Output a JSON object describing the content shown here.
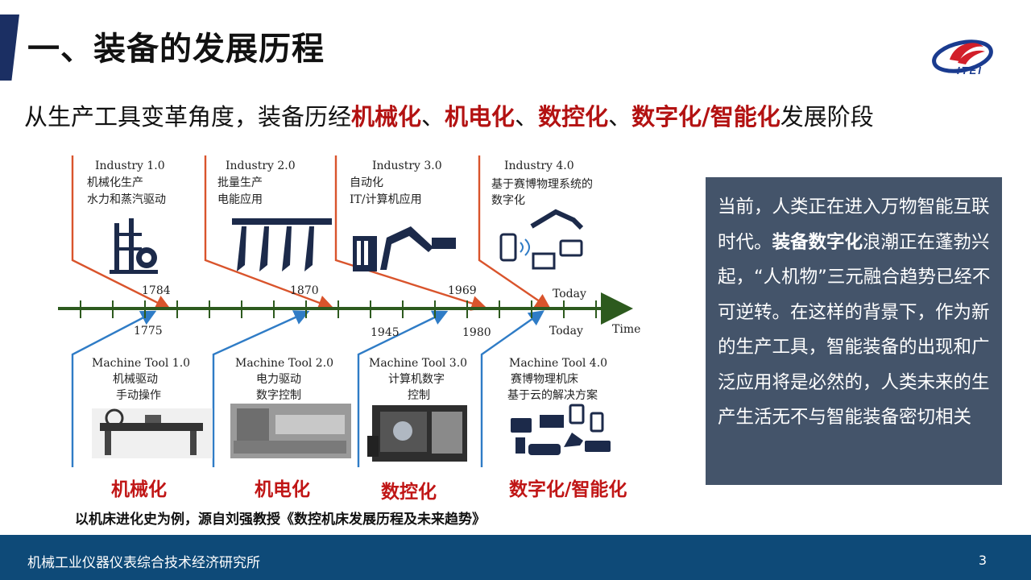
{
  "slide": {
    "title": "一、装备的发展历程",
    "logo_text": "ITEI",
    "subtitle": {
      "p1": "从生产工具变革角度，装备历经",
      "h1": "机械化",
      "s1": "、",
      "h2": "机电化",
      "s2": "、",
      "h3": "数控化",
      "s3": "、",
      "h4": "数字化/智能化",
      "p2": "发展阶段"
    }
  },
  "figure": {
    "industry": [
      {
        "title": "Industry 1.0",
        "line1": "机械化生产",
        "line2": "水力和蒸汽驱动",
        "year": "1784"
      },
      {
        "title": "Industry 2.0",
        "line1": "批量生产",
        "line2": "电能应用",
        "year": "1870"
      },
      {
        "title": "Industry 3.0",
        "line1": "自动化",
        "line2": "IT/计算机应用",
        "year": "1969"
      },
      {
        "title": "Industry 4.0",
        "line1": "基于赛博物理系统的",
        "line2": "数字化",
        "year": "Today"
      }
    ],
    "machine": [
      {
        "title": "Machine Tool 1.0",
        "line1": "机械驱动",
        "line2": "手动操作",
        "year": "1775"
      },
      {
        "title": "Machine Tool 2.0",
        "line1": "电力驱动",
        "line2": "数字控制",
        "year": "1945"
      },
      {
        "title": "Machine Tool 3.0",
        "line1": "计算机数字",
        "line2": "控制",
        "year": "1980"
      },
      {
        "title": "Machine Tool 4.0",
        "line1": "赛博物理机床",
        "line2": "基于云的解决方案",
        "year": "Today"
      }
    ],
    "axis_label": "Time"
  },
  "stages": [
    "机械化",
    "机电化",
    "数控化",
    "数字化/智能化"
  ],
  "caption": "以机床进化史为例，源自刘强教授《数控机床发展历程及未来趋势》",
  "info": {
    "t1": "当前，人类正在进入万物智能互联时代。",
    "bold": "装备数字化",
    "t2": "浪潮正在蓬勃兴起，“人机物”三元融合趋势已经不可逆转。在这样的背景下，作为新的生产工具，智能装备的出现和广泛应用将是必然的，人类未来的生产生活无不与智能装备密切相关"
  },
  "footer": {
    "org": "机械工业仪器仪表综合技术经济研究所",
    "page": "3"
  },
  "colors": {
    "accent_red": "#c01616",
    "timeline_green": "#2d5a1e",
    "industry_arrow": "#d9542c",
    "machine_arrow": "#2f7cc6",
    "info_box": "#44546a",
    "footer": "#0e4a78"
  }
}
